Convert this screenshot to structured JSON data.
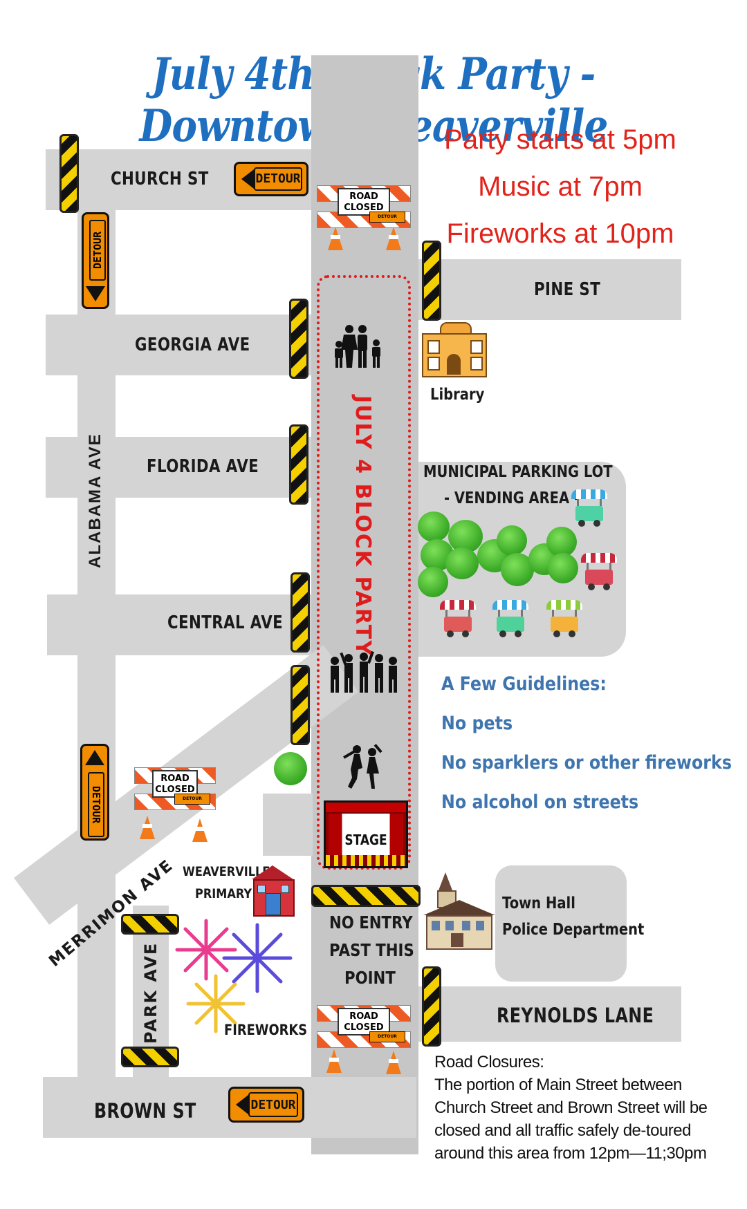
{
  "title": "July 4th Block Party - Downtown Weaverville",
  "schedule": {
    "line1": "Party starts at 5pm",
    "line2": "Music at 7pm",
    "line3": "Fireworks at 10pm"
  },
  "streets": {
    "church": "CHURCH ST",
    "pine": "PINE ST",
    "georgia": "GEORGIA AVE",
    "florida": "FLORIDA AVE",
    "central": "CENTRAL AVE",
    "alabama": "ALABAMA AVE",
    "merrimon": "MERRIMON AVE",
    "park": "PARK AVE",
    "brown": "BROWN ST",
    "reynolds": "REYNOLDS LANE"
  },
  "main_street_label": "JULY 4 BLOCK PARTY",
  "signs": {
    "detour": "DETOUR",
    "road_closed_line1": "ROAD",
    "road_closed_line2": "CLOSED"
  },
  "places": {
    "library": "Library",
    "parking_line1": "MUNICIPAL PARKING LOT",
    "parking_line2": "-  VENDING AREA -",
    "stage": "STAGE",
    "school_line1": "WEAVERVILLE",
    "school_line2": "PRIMARY",
    "fireworks": "FIREWORKS",
    "town_hall_line1": "Town Hall",
    "town_hall_line2": "Police Department"
  },
  "no_entry": {
    "line1": "NO ENTRY",
    "line2": "PAST  THIS",
    "line3": "POINT"
  },
  "guidelines": {
    "heading": "A Few Guidelines:",
    "items": [
      "No pets",
      "No sparklers or other fireworks",
      "No alcohol on streets"
    ]
  },
  "road_closures": {
    "heading": "Road Closures:",
    "body": "The portion of Main Street between Church Street and Brown Street will be closed and all traffic safely de-toured around this area from 12pm—11;30pm"
  },
  "colors": {
    "title_blue": "#1f6fc0",
    "schedule_red": "#e2231a",
    "guideline_blue": "#3e75ae",
    "detour_orange": "#f28c00",
    "road_gray": "#d4d4d4"
  }
}
